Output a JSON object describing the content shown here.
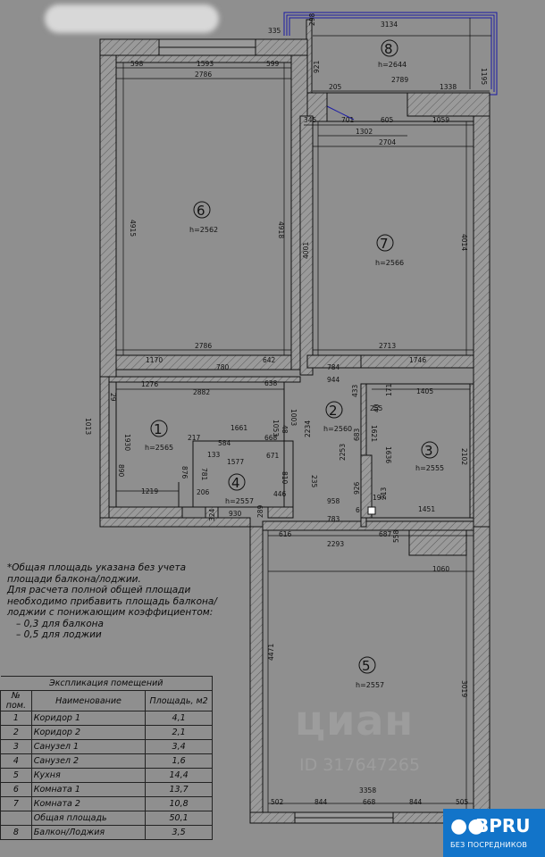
{
  "rooms": [
    {
      "num": "1",
      "height": "h=2565"
    },
    {
      "num": "2",
      "height": "h=2560"
    },
    {
      "num": "3",
      "height": "h=2555"
    },
    {
      "num": "4",
      "height": "h=2557"
    },
    {
      "num": "5",
      "height": "h=2557"
    },
    {
      "num": "6",
      "height": "h=2562"
    },
    {
      "num": "7",
      "height": "h=2566"
    },
    {
      "num": "8",
      "height": "h=2644"
    }
  ],
  "dimensions": {
    "d335": "335",
    "d298": "298",
    "d3134": "3134",
    "d1195": "1195",
    "d921": "921",
    "d598": "598",
    "d1593": "1593",
    "d599": "599",
    "d2786a": "2786",
    "d205": "205",
    "d2789": "2789",
    "d1338": "1338",
    "d345": "345",
    "d701": "701",
    "d605": "605",
    "d1059": "1059",
    "d1302": "1302",
    "d2704": "2704",
    "d4915": "4915",
    "d4918": "4918",
    "d4001": "4001",
    "d4014": "4014",
    "d2786b": "2786",
    "d1170": "1170",
    "d780": "780",
    "d642": "642",
    "d2713": "2713",
    "d784": "784",
    "d1746": "1746",
    "d1276": "1276",
    "d638": "638",
    "d944": "944",
    "d2882": "2882",
    "d1405": "1405",
    "d433": "433",
    "d1013": "1013",
    "d1930": "1930",
    "d1053": "1053",
    "d1003": "1003",
    "d1661": "1661",
    "d2234": "2234",
    "d217": "217",
    "d584": "584",
    "d668": "668",
    "d48": "48",
    "d133": "133",
    "d1577": "1577",
    "d671": "671",
    "d2102": "2102",
    "d1636": "1636",
    "d890": "890",
    "d876": "876",
    "d781": "781",
    "d810": "810",
    "d235": "235",
    "d1219": "1219",
    "d206": "206",
    "d446": "446",
    "d958": "958",
    "d1451": "1451",
    "d324": "324",
    "d930": "930",
    "d289": "289",
    "d783": "783",
    "d616": "616",
    "d687": "687",
    "d2293": "2293",
    "d1060": "1060",
    "d4471": "4471",
    "d3019": "3019",
    "d3358": "3358",
    "d502": "502",
    "d844a": "844",
    "d668b": "668",
    "d844b": "844",
    "d505": "505",
    "d29": "29",
    "d1621": "1621",
    "d683": "683",
    "d2253": "2253",
    "d926": "926",
    "d197": "197",
    "d6": "6",
    "d213": "213",
    "d255": "255",
    "d40": "40",
    "d558": "558",
    "d171": "171"
  },
  "note": {
    "line1": "*Общая площадь указана без учета площади балкона/лоджии.",
    "line2": "Для расчета полной общей площади необходимо прибавить площадь балкона/лоджии с понижающим коэффициентом:",
    "coef1": "–     0,3 для балкона",
    "coef2": "–     0,5 для лоджии"
  },
  "explication": {
    "title": "Экспликация помещений",
    "headers": [
      "№ пом.",
      "Наименование",
      "Площадь, м2"
    ],
    "rows": [
      [
        "1",
        "Коридор 1",
        "4,1"
      ],
      [
        "2",
        "Коридор 2",
        "2,1"
      ],
      [
        "3",
        "Санузел 1",
        "3,4"
      ],
      [
        "4",
        "Санузел 2",
        "1,6"
      ],
      [
        "5",
        "Кухня",
        "14,4"
      ],
      [
        "6",
        "Комната 1",
        "13,7"
      ],
      [
        "7",
        "Комната 2",
        "10,8"
      ],
      [
        "",
        "Общая площадь",
        "50,1"
      ],
      [
        "8",
        "Балкон/Лоджия",
        "3,5"
      ]
    ]
  },
  "watermark": {
    "brand": "циан",
    "id": "ID 317647265"
  },
  "logo": {
    "name": "BPRU",
    "tagline": "БЕЗ ПОСРЕДНИКОВ",
    "icon": "people-icon"
  },
  "colors": {
    "background": "#8f8f8f",
    "balcony_frame": "#1a1aa6",
    "logo_bg": "#1274c9"
  }
}
